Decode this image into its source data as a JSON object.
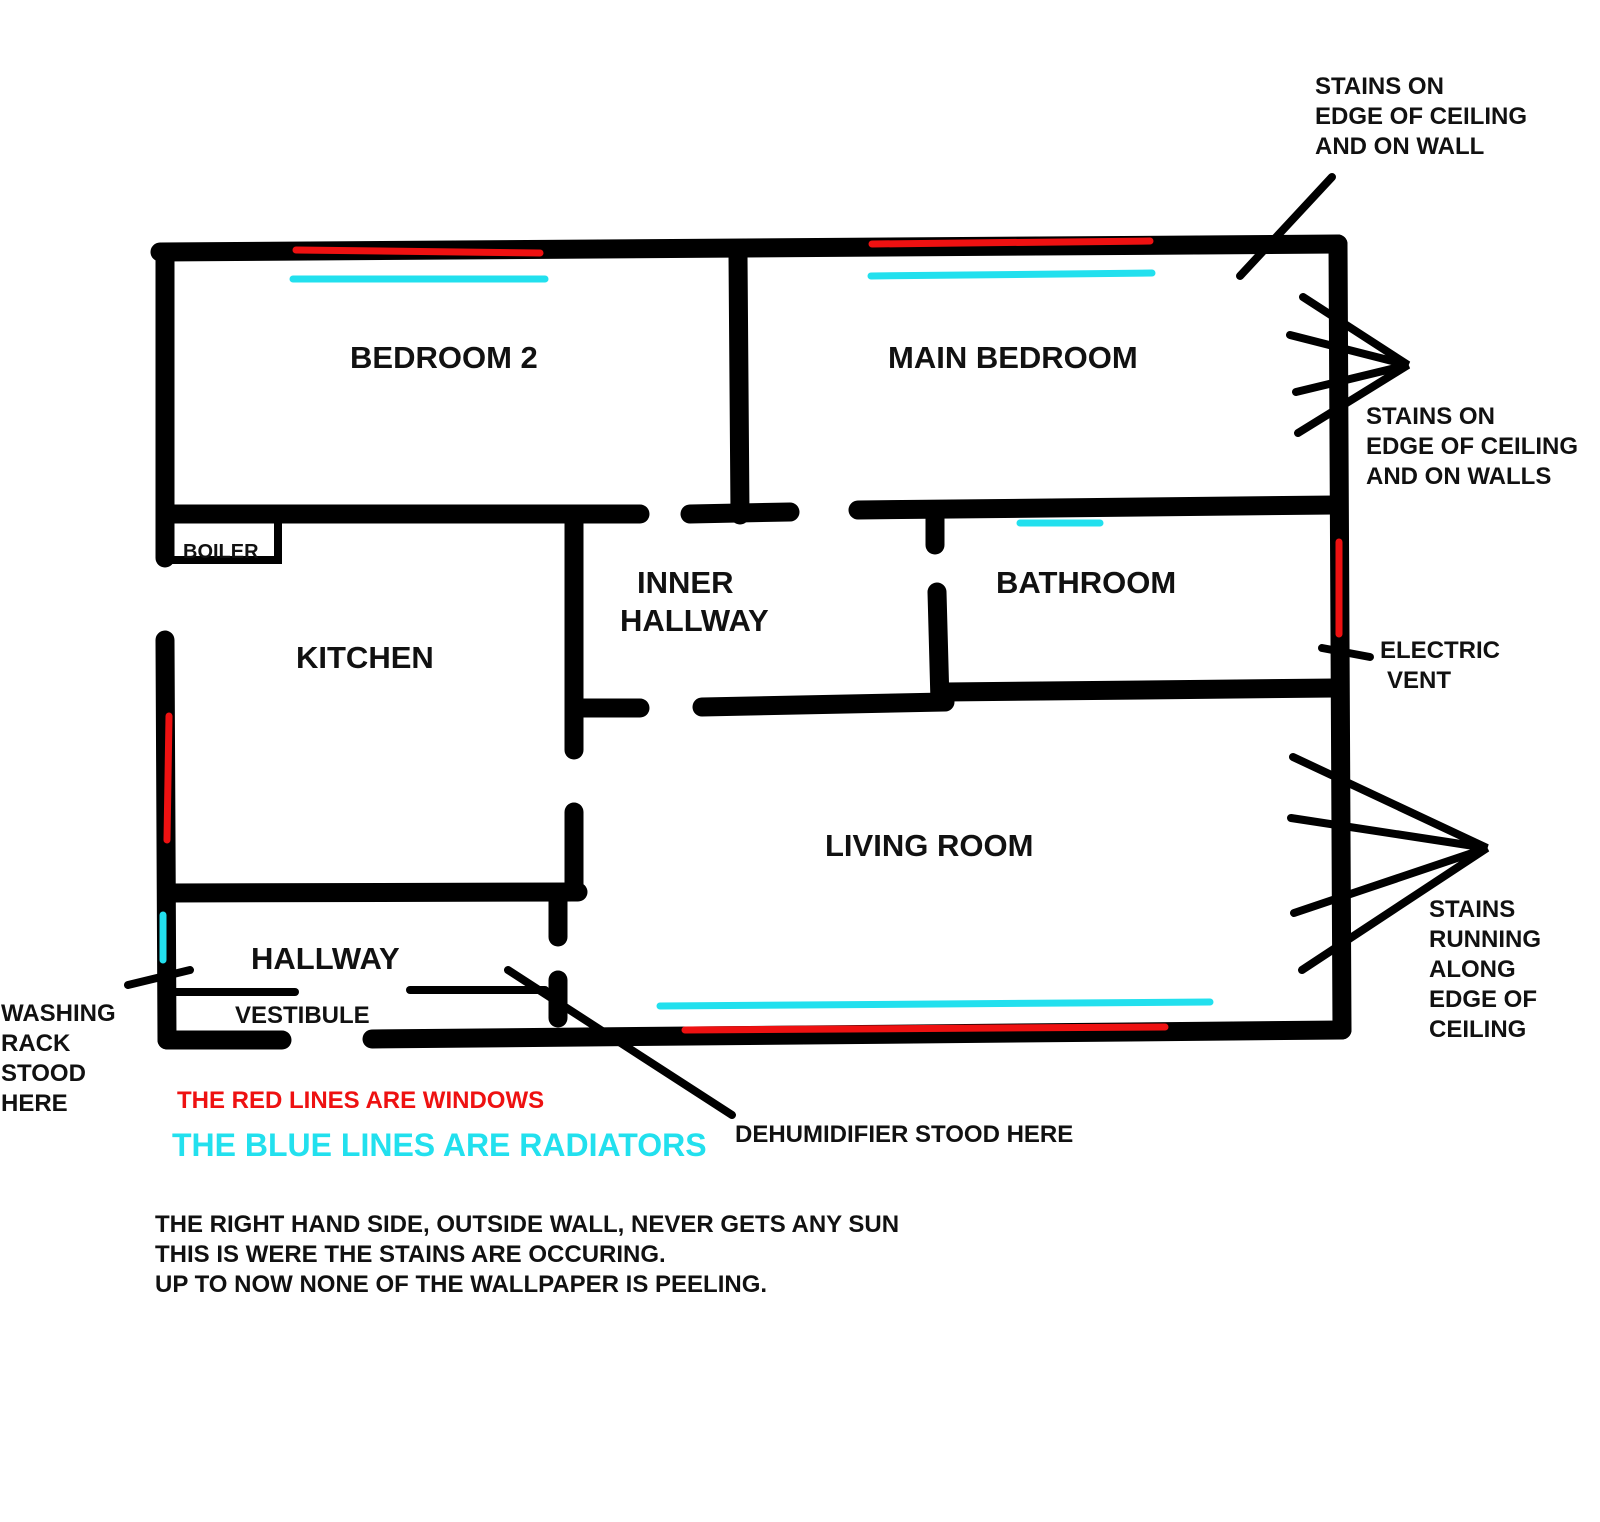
{
  "rooms": {
    "bedroom2": "BEDROOM 2",
    "main_bedroom": "MAIN BEDROOM",
    "boiler": "BOILER",
    "kitchen": "KITCHEN",
    "inner_hallway_1": "INNER",
    "inner_hallway_2": "HALLWAY",
    "bathroom": "BATHROOM",
    "living_room": "LIVING ROOM",
    "hallway": "HALLWAY",
    "vestibule": "VESTIBULE"
  },
  "annotations": {
    "top_right": [
      "STAINS ON",
      "EDGE OF CEILING",
      "AND ON WALL"
    ],
    "right_bedroom": [
      "STAINS ON",
      "EDGE OF CEILING",
      "AND ON WALLS"
    ],
    "electric_vent": [
      "ELECTRIC",
      "VENT"
    ],
    "living_stains": [
      "STAINS",
      "RUNNING",
      "ALONG",
      "EDGE OF",
      "CEILING"
    ],
    "washing_rack": [
      "WASHING",
      "RACK",
      "STOOD",
      "HERE"
    ],
    "dehumidifier": "DEHUMIDIFIER STOOD HERE"
  },
  "legend": {
    "red": "THE RED LINES ARE WINDOWS",
    "blue": "THE BLUE LINES ARE RADIATORS",
    "red_color": "#ee1111",
    "blue_color": "#22e0ee"
  },
  "footer": [
    "THE RIGHT HAND SIDE, OUTSIDE WALL, NEVER GETS ANY SUN",
    "THIS IS WERE THE STAINS ARE OCCURING.",
    "UP TO NOW NONE OF THE WALLPAPER IS PEELING."
  ]
}
